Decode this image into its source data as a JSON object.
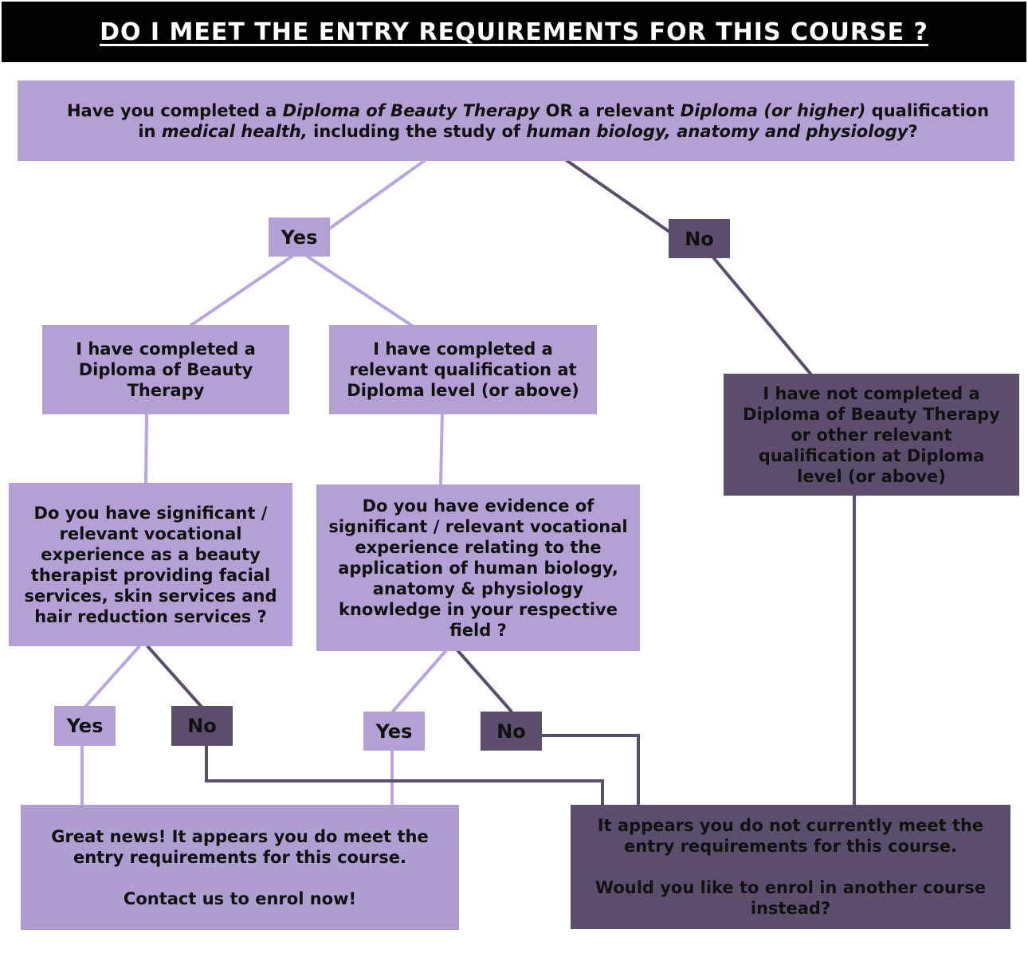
{
  "title": "DO I MEET THE ENTRY REQUIREMENTS FOR THIS COURSE ?",
  "question": {
    "p1": "Have you completed a ",
    "i1": "Diploma of Beauty Therapy",
    "p2": " OR a relevant ",
    "i2": "Diploma",
    "p3": " ",
    "i3": "(or higher)",
    "p4": " qualification",
    "p5": "in ",
    "i4": "medical health,",
    "p6": " including the study of ",
    "i5": "human biology, anatomy and physiology",
    "p7": "?"
  },
  "labels": {
    "yes": "Yes",
    "no": "No"
  },
  "left_branch": {
    "completed": "I have completed a Diploma of Beauty Therapy",
    "question": "Do you have significant / relevant vocational experience as a beauty therapist providing facial services, skin services and hair reduction services ?"
  },
  "middle_branch": {
    "completed": "I have completed a relevant qualification at Diploma level (or above)",
    "question": "Do you have evidence of significant / relevant vocational experience relating to the application of human biology, anatomy & physiology knowledge in your respective field ?"
  },
  "right_branch": {
    "not_completed": "I have not completed a Diploma of Beauty Therapy or other relevant qualification at Diploma level (or above)"
  },
  "outcome_yes": {
    "line1": "Great news! It appears you do meet the entry requirements for this course.",
    "line2": "Contact us to enrol now!"
  },
  "outcome_no": {
    "line1": "It appears you do not currently meet the entry requirements for this course.",
    "line2": "Would you like to enrol in another course instead?"
  },
  "colors": {
    "light_box": "#b3a1d6",
    "dark_box": "#5a4e6c",
    "light_line": "#b9a6e0",
    "dark_line": "#5a4e6c",
    "banner": "#000000"
  }
}
